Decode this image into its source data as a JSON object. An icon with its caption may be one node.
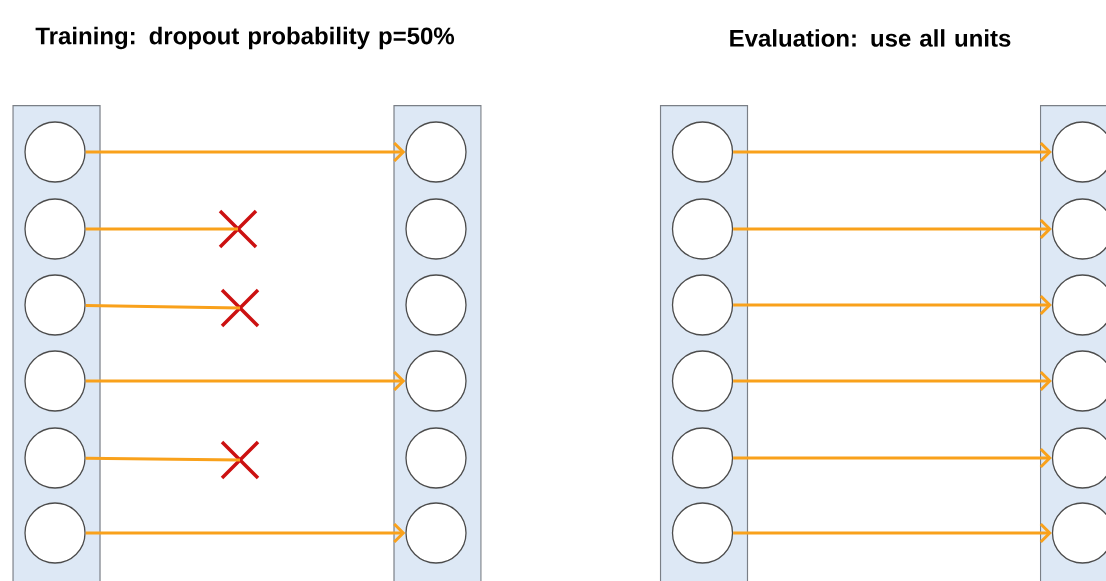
{
  "diagram": {
    "nodes": [
      {
        "text": [],
        "shape": "box"
      },
      {
        "text": [],
        "shape": "circle",
        "in": 0
      },
      {
        "text": [],
        "shape": "circle",
        "in": 0
      },
      {
        "text": [],
        "shape": "circle",
        "in": 0
      },
      {
        "text": [],
        "shape": "circle",
        "in": 0
      },
      {
        "text": [],
        "shape": "circle",
        "in": 0
      },
      {
        "text": [],
        "shape": "circle",
        "in": 0
      },
      {
        "text": [],
        "shape": "box"
      },
      {
        "text": [],
        "shape": "circle",
        "in": 7
      },
      {
        "text": [],
        "shape": "circle",
        "in": 7
      },
      {
        "text": [],
        "shape": "circle",
        "in": 7
      },
      {
        "text": [],
        "shape": "circle",
        "in": 7
      },
      {
        "text": [],
        "shape": "circle",
        "in": 7
      },
      {
        "text": [],
        "shape": "circle",
        "in": 7
      },
      {
        "text": [],
        "shape": "cross"
      },
      {
        "text": [],
        "shape": "cross"
      },
      {
        "text": [],
        "shape": "cross"
      },
      {
        "text": [],
        "shape": "box"
      },
      {
        "text": [],
        "shape": "circle",
        "in": 17
      },
      {
        "text": [],
        "shape": "circle",
        "in": 17
      },
      {
        "text": [],
        "shape": "circle",
        "in": 17
      },
      {
        "text": [],
        "shape": "circle",
        "in": 17
      },
      {
        "text": [],
        "shape": "circle",
        "in": 17
      },
      {
        "text": [],
        "shape": "circle",
        "in": 17
      },
      {
        "text": [],
        "shape": "box"
      },
      {
        "text": [],
        "shape": "circle",
        "in": 24
      },
      {
        "text": [],
        "shape": "circle",
        "in": 24
      },
      {
        "text": [],
        "shape": "circle",
        "in": 24
      },
      {
        "text": [],
        "shape": "circle",
        "in": 24
      },
      {
        "text": [],
        "shape": "circle",
        "in": 24
      },
      {
        "text": [],
        "shape": "circle",
        "in": 24
      }
    ],
    "edges": [
      {
        "from": 1,
        "to": 8,
        "arrow": "to"
      },
      {
        "from": 2,
        "to": 14,
        "arrow": "none"
      },
      {
        "from": 3,
        "to": 15,
        "arrow": "none"
      },
      {
        "from": 4,
        "to": 11,
        "arrow": "to"
      },
      {
        "from": 5,
        "to": 16,
        "arrow": "none"
      },
      {
        "from": 6,
        "to": 13,
        "arrow": "to"
      },
      {
        "from": 18,
        "to": 25,
        "arrow": "to"
      },
      {
        "from": 19,
        "to": 26,
        "arrow": "to"
      },
      {
        "from": 20,
        "to": 27,
        "arrow": "to"
      },
      {
        "from": 21,
        "to": 28,
        "arrow": "to"
      },
      {
        "from": 22,
        "to": 29,
        "arrow": "to"
      },
      {
        "from": 23,
        "to": 30,
        "arrow": "to"
      }
    ],
    "labels": [
      "Training: dropout probability p=50%",
      "Evaluation: use all units"
    ]
  }
}
